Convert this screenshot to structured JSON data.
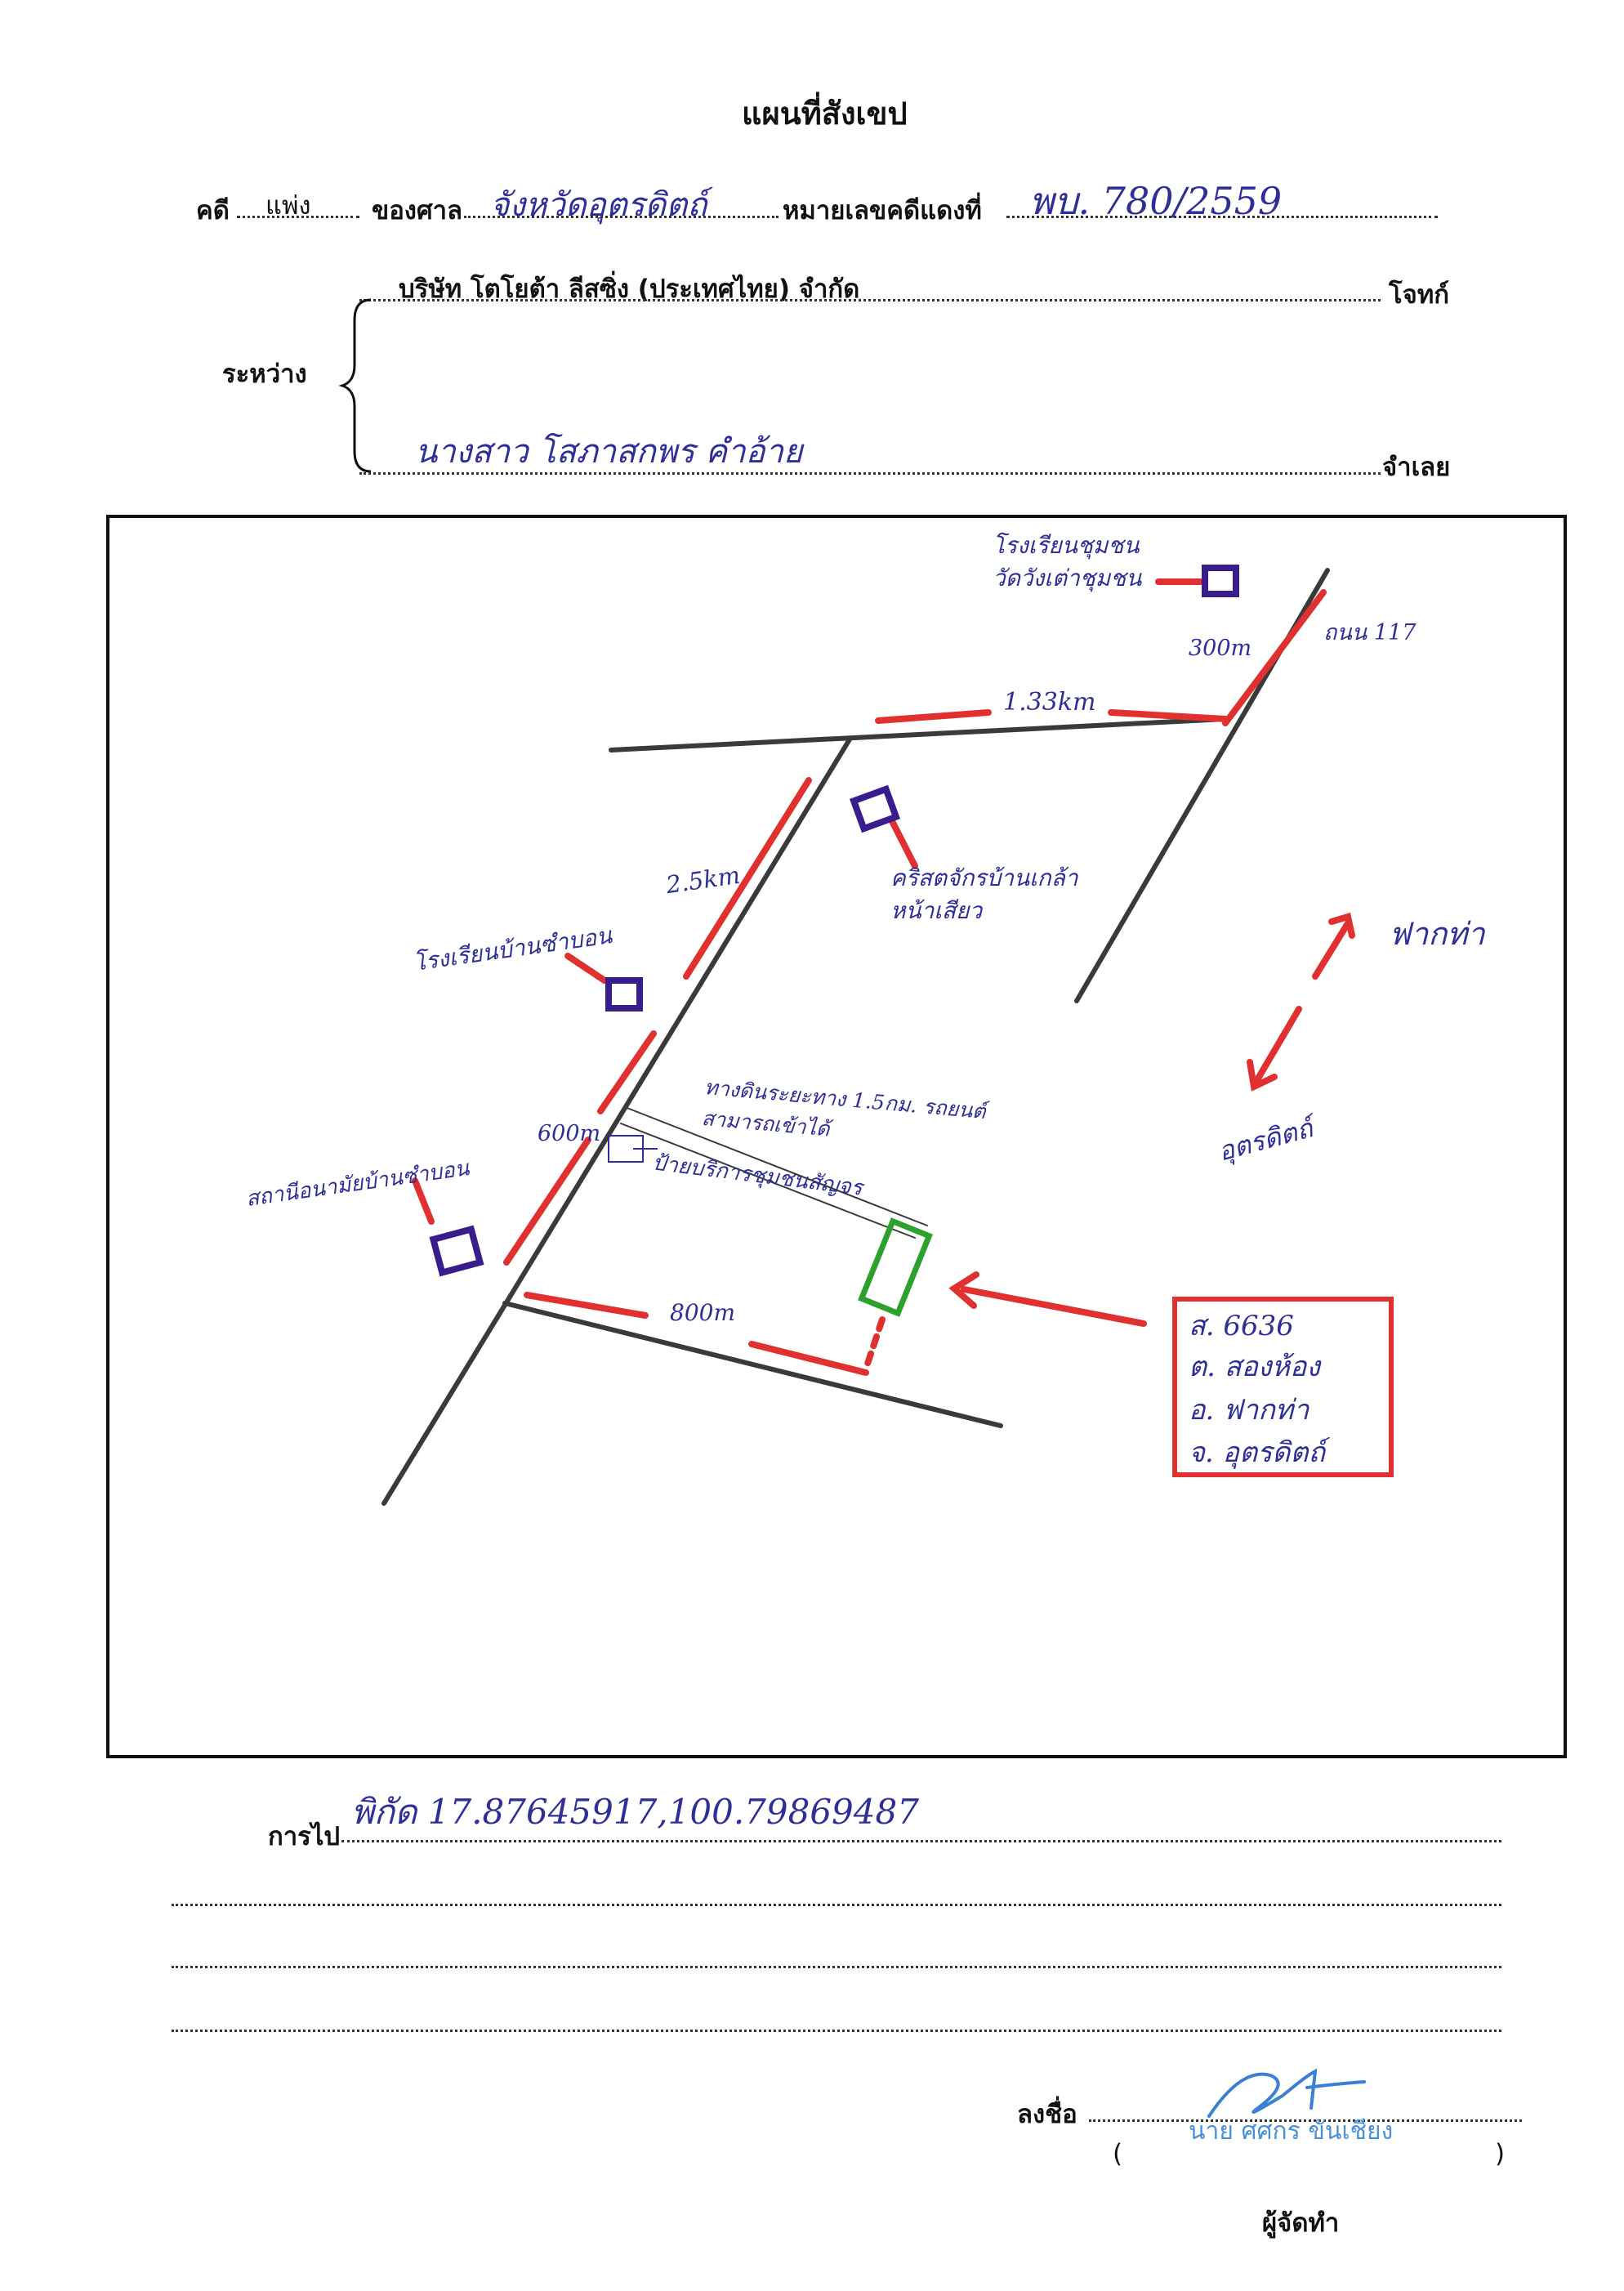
{
  "title": "แผนที่สังเขป",
  "header": {
    "case_label": "คดี",
    "case_type": "แพ่ง",
    "court_label": "ของศาล",
    "court_name": "จังหวัดอุตรดิตถ์",
    "red_case_label": "หมายเลขคดีแดงที่",
    "red_case_no": "พบ. 780/2559"
  },
  "parties": {
    "between_label": "ระหว่าง",
    "plaintiff": "บริษัท โตโยต้า ลีสซิ่ง (ประเทศไทย) จำกัด",
    "plaintiff_label": "โจทก์",
    "defendant": "นางสาว โสภาสกพร คำอ้าย",
    "defendant_label": "จำเลย"
  },
  "map": {
    "road_label": "ถนน 117",
    "school_top": "โรงเรียนชุมชน วัดวังเต่าชุมชน",
    "dist_300": "300m",
    "dist_133": "1.33km",
    "dist_25": "2.5km",
    "church": "คริสตจักรบ้านเกล้า หน้าเสียว",
    "school_mid": "โรงเรียนบ้านซำบอน",
    "fak_tha": "ฟากท่า",
    "uttaradit": "อุตรดิตถ์",
    "dirt_road": "ทางดินระยะทาง 1.5กม. รถยนต์สามารถเข้าได้",
    "dist_600": "600m",
    "mapping_note": "ป้ายบริการชุมชนสัญจร",
    "health_center": "สถานีอนามัยบ้านซำบอน",
    "dist_800": "800m",
    "parcel_lines": [
      "ส. 6636",
      "ต. สองห้อง",
      "อ. ฟากท่า",
      "จ. อุตรดิตถ์"
    ],
    "colors": {
      "road": "#3a3a3a",
      "distance": "#e03030",
      "landmark": "#3a1d8c",
      "target": "#2da02d",
      "ink": "#2f2f9a"
    }
  },
  "directions": {
    "label": "การไป",
    "text": "พิกัด 17.87645917,100.79869487"
  },
  "signature": {
    "label": "ลงชื่อ",
    "name": "นาย ศศกร ขันเชียง",
    "open_paren": "(",
    "close_paren": ")",
    "role": "ผู้จัดทำ"
  }
}
